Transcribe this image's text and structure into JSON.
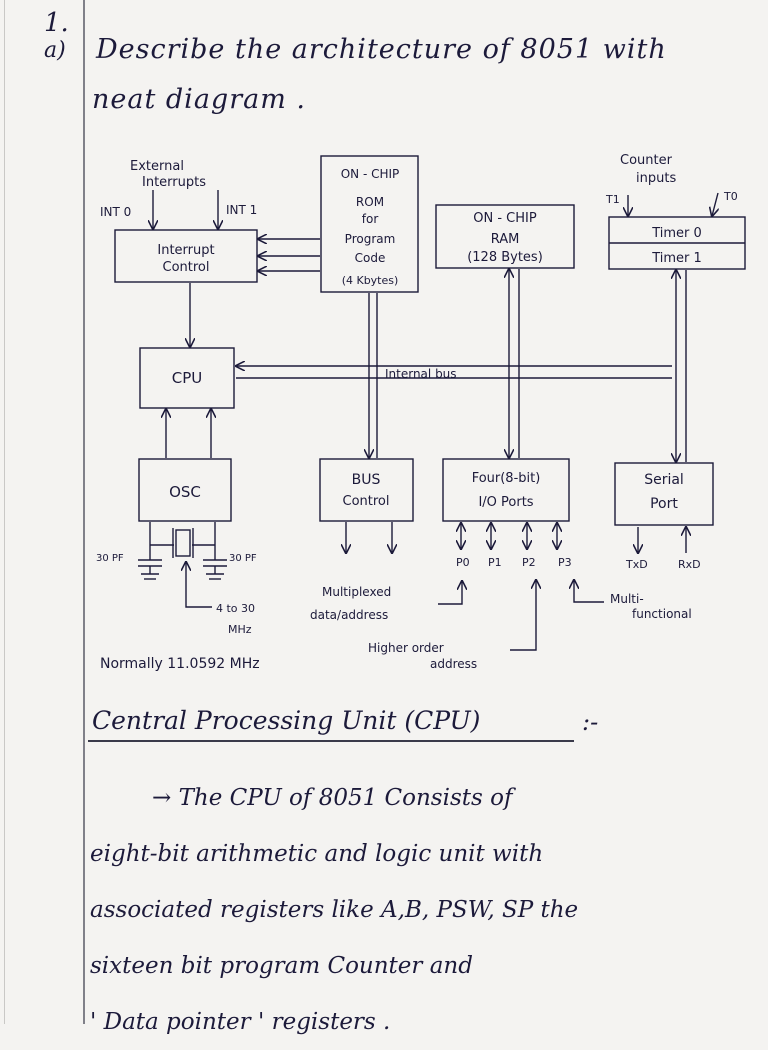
{
  "question": {
    "number": "1.",
    "sub": "a)",
    "line1": "Describe the architecture of 8051 with",
    "line2": "neat diagram ."
  },
  "diagram": {
    "external_interrupts": [
      "External",
      "Interrupts"
    ],
    "int0": "INT 0",
    "int1": "INT 1",
    "interrupt_control": [
      "Interrupt",
      "Control"
    ],
    "rom": [
      "ON - CHIP",
      "ROM",
      "for",
      "Program",
      "Code",
      "(4 Kbytes)"
    ],
    "ram": [
      "ON - CHIP",
      "RAM",
      "(128 Bytes)"
    ],
    "counter_inputs": [
      "Counter",
      "inputs"
    ],
    "t1": "T1",
    "t0": "T0",
    "timer0": "Timer 0",
    "timer1": "Timer 1",
    "cpu": "CPU",
    "internal_bus": "Internal bus",
    "osc": "OSC",
    "bus_control": [
      "BUS",
      "Control"
    ],
    "io_ports": [
      "Four(8-bit)",
      "I/O Ports"
    ],
    "serial_port": [
      "Serial",
      "Port"
    ],
    "cap_left": "30 PF",
    "cap_right": "30 PF",
    "freq": [
      "4 to 30",
      "MHz"
    ],
    "ports": [
      "P0",
      "P1",
      "P2",
      "P3"
    ],
    "txd": "TxD",
    "rxd": "RxD",
    "multiplexed": [
      "Multiplexed",
      "data/address"
    ],
    "multifunctional": [
      "Multi-",
      "functional"
    ],
    "higher_order": [
      "Higher order",
      "address"
    ],
    "normally": "Normally 11.0592 MHz"
  },
  "section": {
    "heading": "Central Processing Unit (CPU)",
    "colon": ":-",
    "para": [
      "→ The CPU of 8051 Consists of",
      "eight-bit arithmetic and logic unit with",
      "associated registers like A,B, PSW, SP the",
      "sixteen bit program Counter and",
      "' Data pointer ' registers ."
    ]
  }
}
